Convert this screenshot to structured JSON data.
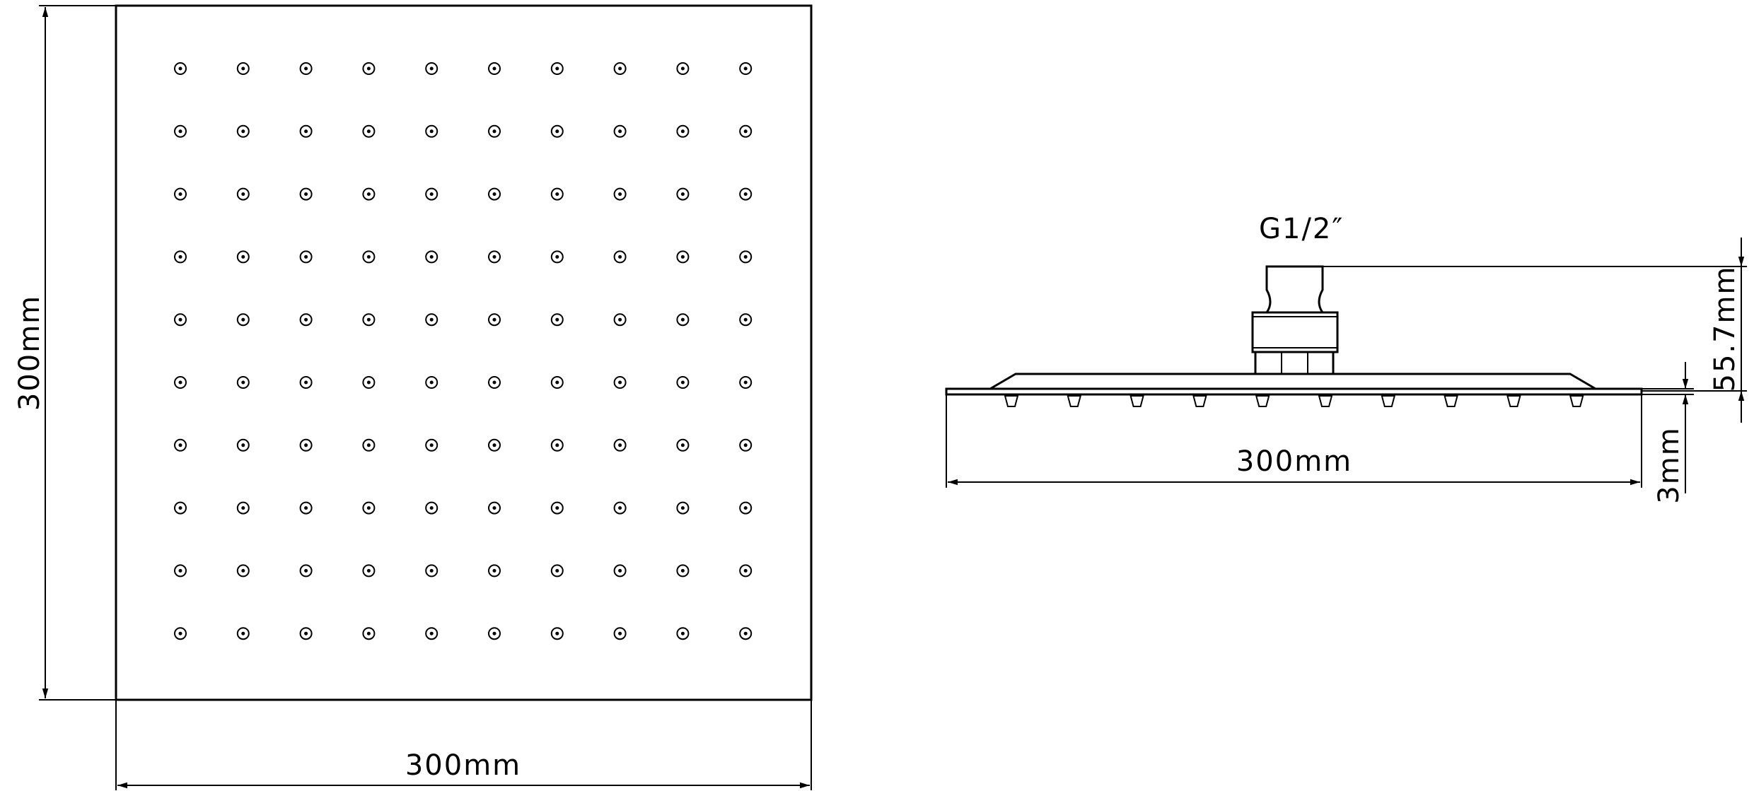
{
  "top_view": {
    "width_label": "300mm",
    "height_label": "300mm",
    "nozzle_rows": 10,
    "nozzle_cols": 10
  },
  "side_view": {
    "thread_label": "G1/2″",
    "width_label": "300mm",
    "height_label": "55.7mm",
    "thickness_label": "3mm",
    "nozzle_count": 10
  },
  "colors": {
    "line": "#000000",
    "background": "#ffffff"
  }
}
